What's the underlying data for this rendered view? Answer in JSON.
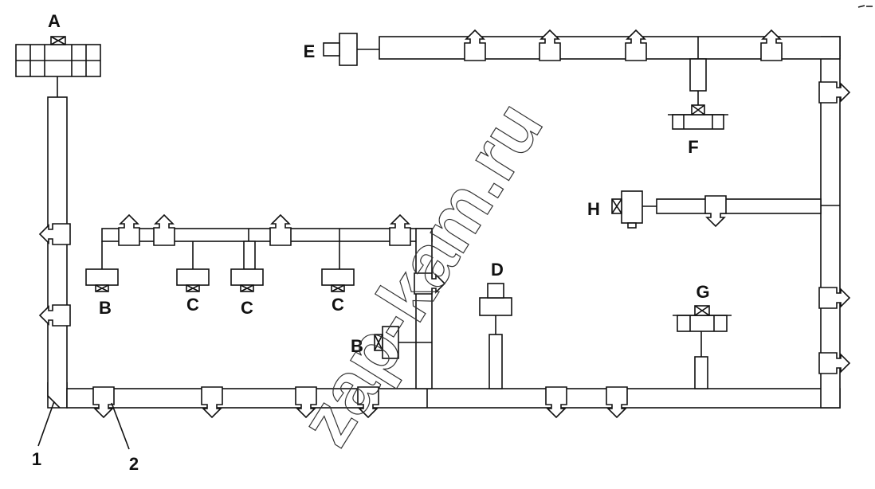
{
  "labels": {
    "A": "A",
    "B1": "B",
    "B2": "B",
    "C1": "C",
    "C2": "C",
    "C3": "C",
    "D": "D",
    "E": "E",
    "F": "F",
    "G": "G",
    "H": "H",
    "n1": "1",
    "n2": "2"
  },
  "watermark": "zap-kam.ru"
}
